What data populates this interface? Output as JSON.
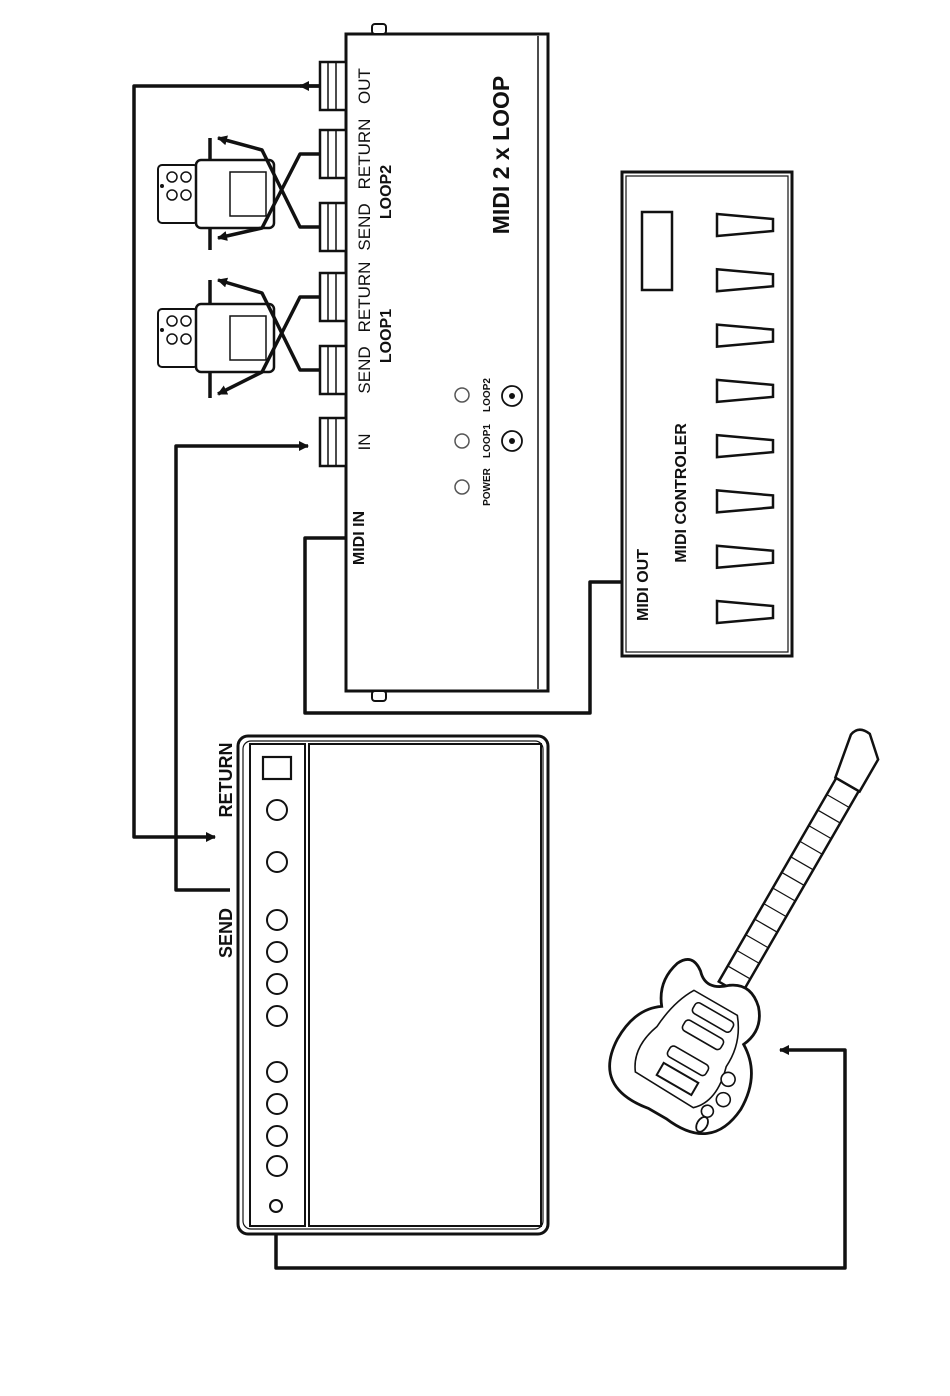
{
  "loop_unit": {
    "title": "MIDI 2 x LOOP",
    "jacks": [
      "OUT",
      "RETURN",
      "SEND",
      "RETURN",
      "SEND",
      "IN"
    ],
    "loop_labels": [
      "LOOP2",
      "LOOP1"
    ],
    "midi_in": "MIDI IN",
    "leds": [
      "POWER",
      "LOOP1",
      "LOOP2"
    ]
  },
  "controller": {
    "name": "MIDI CONTROLER",
    "midi_out": "MIDI OUT",
    "switch_count": 8
  },
  "amp": {
    "send": "SEND",
    "return": "RETURN",
    "knob_count": 10
  },
  "colors": {
    "ink": "#111111",
    "paper": "#ffffff"
  }
}
